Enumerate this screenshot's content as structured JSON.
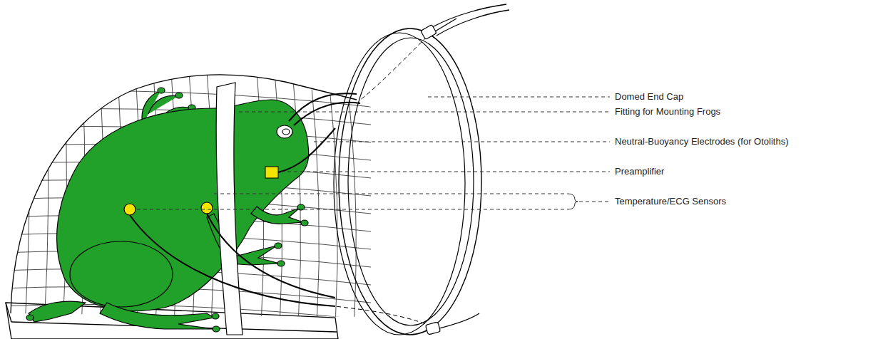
{
  "diagram": {
    "labels": [
      "Domed End Cap",
      "Fitting for Mounting Frogs",
      "Neutral-Buoyancy Electrodes (for Otoliths)",
      "Preamplifier",
      "Temperature/ECG Sensors"
    ]
  }
}
